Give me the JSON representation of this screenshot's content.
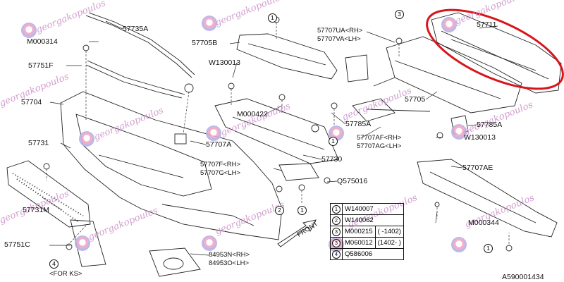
{
  "labels": {
    "p57735a": "57735A",
    "m000314": "M000314",
    "p57705b": "57705B",
    "p57751f": "57751F",
    "p57704": "57704",
    "p57731": "57731",
    "p57731m": "57731M",
    "p57751c": "57751C",
    "for_ks": "<FOR KS>",
    "w130013_top": "W130013",
    "m000422": "M000422",
    "p57707ua": "57707UA<RH>",
    "p57707va": "57707VA<LH>",
    "p57711": "57711",
    "p57705": "57705",
    "p57785a_left": "57785A",
    "p57785a_right": "57785A",
    "p57707af": "57707AF<RH>",
    "p57707ag": "57707AG<LH>",
    "w130013_right": "W130013",
    "p57707a": "57707A",
    "p57730": "57730",
    "p57707f": "57707F<RH>",
    "p57707g": "57707G<LH>",
    "q575016": "Q575016",
    "p57707ae": "57707AE",
    "m000344": "M000344",
    "p84953n": "84953N<RH>",
    "p84953o": "84953O<LH>",
    "front": "FRONT",
    "diagram_code": "A590001434"
  },
  "callouts": {
    "c1": "1",
    "c2": "2",
    "c3": "3",
    "c4": "4"
  },
  "legend": [
    {
      "num": "1",
      "part": "W140007",
      "range": ""
    },
    {
      "num": "2",
      "part": "W140062",
      "range": ""
    },
    {
      "num": "3",
      "part": "M000215",
      "range": "(  -1402)"
    },
    {
      "num": "3",
      "part": "M060012",
      "range": "(1402-  )"
    },
    {
      "num": "4",
      "part": "Q586006",
      "range": ""
    }
  ],
  "watermark": {
    "text": "georgakopoulos",
    "color": "#c98ec8"
  },
  "highlight": {
    "color": "#d9141b",
    "target": "57711"
  }
}
